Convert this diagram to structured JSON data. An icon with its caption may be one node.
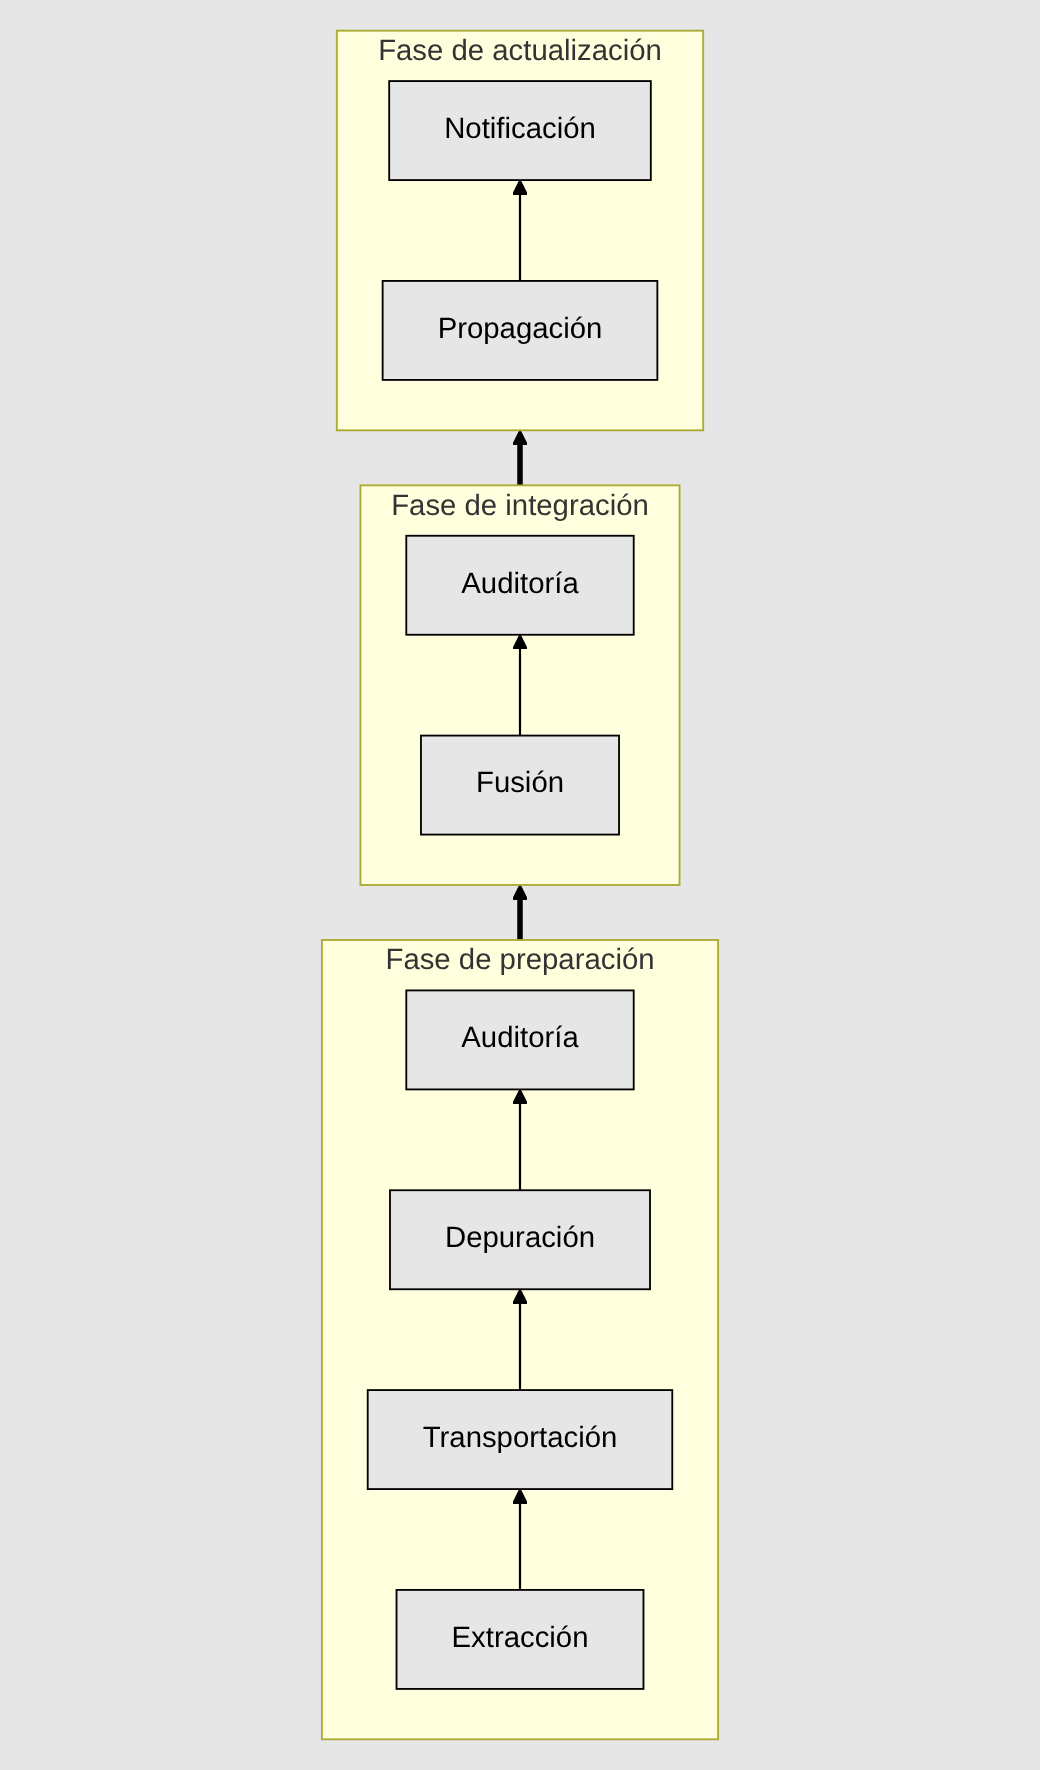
{
  "diagram": {
    "nodes": [
      {
        "text": [
          "Fase de actualización"
        ]
      },
      {
        "text": [
          "Notificación"
        ],
        "in": 0
      },
      {
        "text": [
          "Propagación"
        ],
        "in": 0
      },
      {
        "text": [
          "Fase de integración"
        ]
      },
      {
        "text": [
          "Auditoría"
        ],
        "in": 3
      },
      {
        "text": [
          "Fusión"
        ],
        "in": 3
      },
      {
        "text": [
          "Fase de preparación"
        ]
      },
      {
        "text": [
          "Auditoría"
        ],
        "in": 6
      },
      {
        "text": [
          "Depuración"
        ],
        "in": 6
      },
      {
        "text": [
          "Transportación"
        ],
        "in": 6
      },
      {
        "text": [
          "Extracción"
        ],
        "in": 6
      }
    ],
    "edges": [
      {
        "from": 2,
        "to": 1,
        "arrow": "to"
      },
      {
        "from": 3,
        "to": 0,
        "arrow": "to",
        "style": "thick"
      },
      {
        "from": 5,
        "to": 4,
        "arrow": "to"
      },
      {
        "from": 6,
        "to": 3,
        "arrow": "to",
        "style": "thick"
      },
      {
        "from": 10,
        "to": 9,
        "arrow": "to"
      },
      {
        "from": 9,
        "to": 8,
        "arrow": "to"
      },
      {
        "from": 8,
        "to": 7,
        "arrow": "to"
      }
    ]
  }
}
